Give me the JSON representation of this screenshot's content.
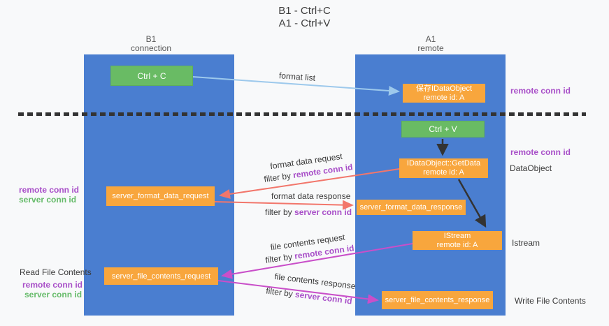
{
  "title": {
    "line1": "B1 - Ctrl+C",
    "line2": "A1 - Ctrl+V"
  },
  "columns": {
    "left": {
      "name": "B1",
      "role": "connection"
    },
    "right": {
      "name": "A1",
      "role": "remote"
    }
  },
  "nodes": {
    "ctrl_c": {
      "label": "Ctrl + C"
    },
    "ctrl_v": {
      "label": "Ctrl + V"
    },
    "save_dataobject": {
      "line1": "保存IDataObject",
      "line2": "remote id: A"
    },
    "getdata": {
      "line1": "IDataObject::GetData",
      "line2": "remote id: A"
    },
    "istream": {
      "line1": "IStream",
      "line2": "remote id: A"
    },
    "server_format_data_request": {
      "label": "server_format_data_request"
    },
    "server_format_data_response": {
      "label": "server_format_data_response"
    },
    "server_file_contents_request": {
      "label": "server_file_contents_request"
    },
    "server_file_contents_response": {
      "label": "server_file_contents_response"
    }
  },
  "arrow_labels": {
    "format_list": "format list",
    "format_data_request": "format data request",
    "format_data_response": "format data response",
    "file_contents_request": "file contents request",
    "file_contents_response": "file contents response",
    "filter_by": "filter by ",
    "remote_conn_id": "remote conn id",
    "server_conn_id": "server conn id"
  },
  "side_labels": {
    "remote_conn_id": "remote conn id",
    "server_conn_id": "server conn id",
    "dataobject": "DataObject",
    "istream": "Istream",
    "read_file_contents": "Read File Contents",
    "write_file_contents": "Write File Contents"
  },
  "colors": {
    "lane_blue": "#4A7ED0",
    "node_orange": "#F8A63D",
    "node_green": "#69BB64",
    "arrow_blue": "#9DC9EC",
    "arrow_red": "#F2766B",
    "arrow_magenta": "#C94FC9",
    "arrow_black": "#333333",
    "text_purple": "#A84FC8",
    "text_green": "#66BB6A"
  }
}
